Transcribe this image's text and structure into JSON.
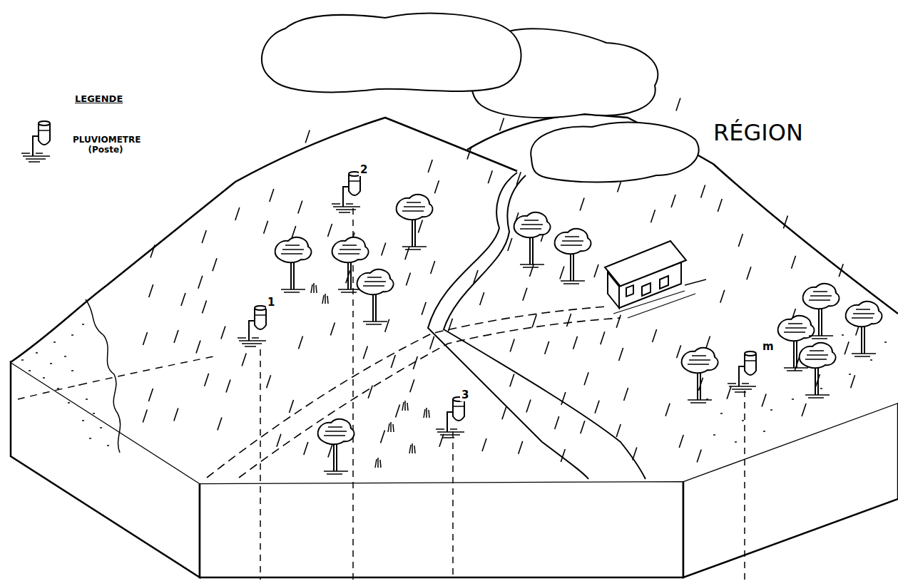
{
  "diagram": {
    "labels": [
      "LEGENDE",
      "RÉGION",
      "2",
      "1",
      "3",
      "m"
    ],
    "legend": [
      {
        "text": "PLUVIOMETRE (Poste)"
      }
    ]
  }
}
